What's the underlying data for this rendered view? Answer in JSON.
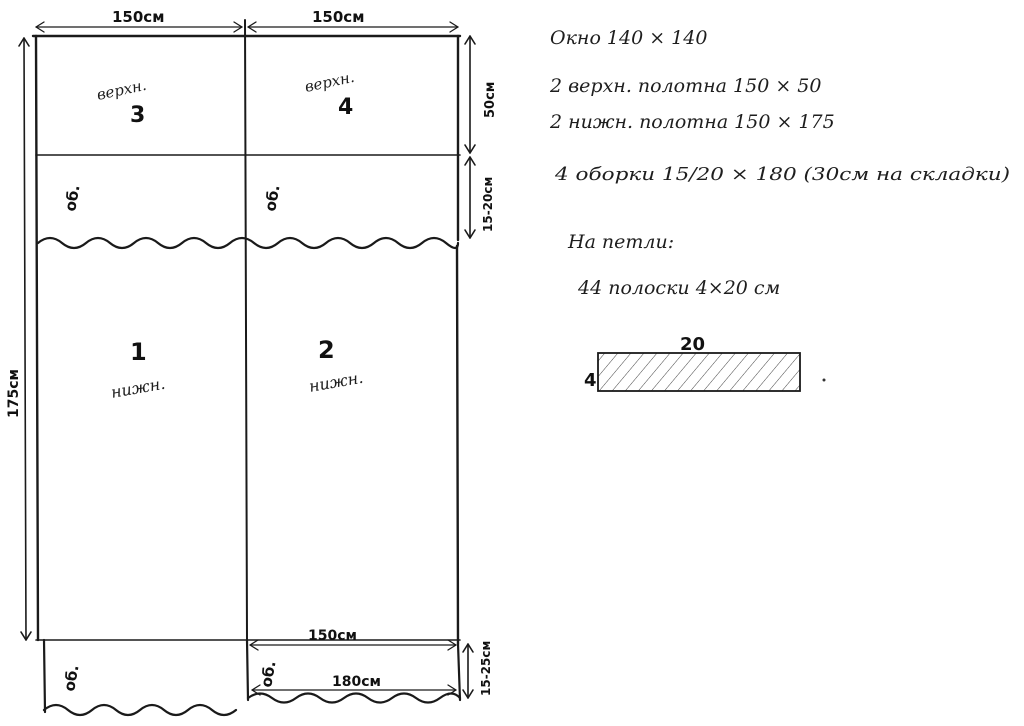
{
  "drawing": {
    "panels": {
      "top_left": {
        "word": "верхн.",
        "number": "3"
      },
      "top_right": {
        "word": "верхн.",
        "number": "4"
      },
      "bottom_left": {
        "number": "1",
        "word": "нижн."
      },
      "bottom_right": {
        "number": "2",
        "word": "нижн."
      }
    },
    "dimensions": {
      "top_width_left": "150см",
      "top_width_right": "150см",
      "height_top": "50см",
      "height_frill": "15-20см",
      "height_total": "175см",
      "bottom_width": "150см",
      "bottom_inner_width": "180см",
      "height_bottom_frill": "15-25см"
    },
    "frill_marks": [
      "об.",
      "об.",
      "об.",
      "об."
    ]
  },
  "notes": {
    "line1": "Окно 140 × 140",
    "line2": "2 верхн. полотна 150 × 50",
    "line3": "2 нижн. полотна 150 × 175",
    "line4": "4 оборки 15/20 × 180 (30см на складки)",
    "line5": "На петли:",
    "line6": "44 полоски 4×20 см"
  },
  "strip": {
    "length_label": "20",
    "width_label": "4"
  }
}
